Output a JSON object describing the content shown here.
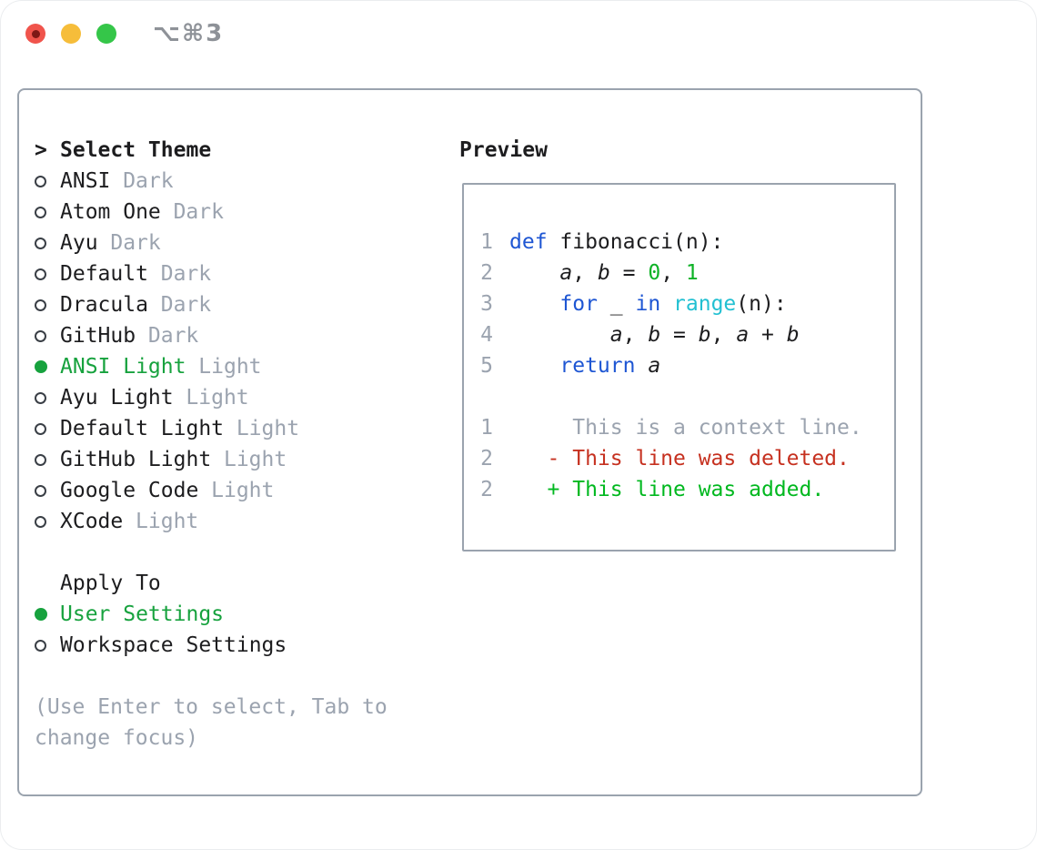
{
  "titlebar": {
    "shortcut": "⌥⌘3",
    "traffic_lights": [
      {
        "name": "close",
        "color": "#f0544c"
      },
      {
        "name": "minimize",
        "color": "#f6bd3a"
      },
      {
        "name": "maximize",
        "color": "#35c649"
      }
    ]
  },
  "theme_panel": {
    "title_marker": ">",
    "title": "Select Theme",
    "items": [
      {
        "name": "ANSI",
        "variant": "Dark",
        "selected": false
      },
      {
        "name": "Atom One",
        "variant": "Dark",
        "selected": false
      },
      {
        "name": "Ayu",
        "variant": "Dark",
        "selected": false
      },
      {
        "name": "Default",
        "variant": "Dark",
        "selected": false
      },
      {
        "name": "Dracula",
        "variant": "Dark",
        "selected": false
      },
      {
        "name": "GitHub",
        "variant": "Dark",
        "selected": false
      },
      {
        "name": "ANSI Light",
        "variant": "Light",
        "selected": true
      },
      {
        "name": "Ayu Light",
        "variant": "Light",
        "selected": false
      },
      {
        "name": "Default Light",
        "variant": "Light",
        "selected": false
      },
      {
        "name": "GitHub Light",
        "variant": "Light",
        "selected": false
      },
      {
        "name": "Google Code",
        "variant": "Light",
        "selected": false
      },
      {
        "name": "XCode",
        "variant": "Light",
        "selected": false
      }
    ],
    "apply_to": {
      "title": "Apply To",
      "options": [
        {
          "label": "User Settings",
          "selected": true
        },
        {
          "label": "Workspace Settings",
          "selected": false
        }
      ]
    },
    "hint_line1": "(Use Enter to select, Tab to",
    "hint_line2": "change focus)"
  },
  "preview": {
    "title": "Preview",
    "code": {
      "lines": [
        {
          "num": "1",
          "tokens": [
            [
              "kw",
              "def"
            ],
            [
              "plain",
              " fibonacci(n):"
            ]
          ]
        },
        {
          "num": "2",
          "tokens": [
            [
              "plain",
              "    "
            ],
            [
              "var",
              "a"
            ],
            [
              "plain",
              ", "
            ],
            [
              "var",
              "b"
            ],
            [
              "plain",
              " = "
            ],
            [
              "num",
              "0"
            ],
            [
              "plain",
              ", "
            ],
            [
              "num",
              "1"
            ]
          ]
        },
        {
          "num": "3",
          "tokens": [
            [
              "plain",
              "    "
            ],
            [
              "kw",
              "for"
            ],
            [
              "plain",
              " _ "
            ],
            [
              "kw",
              "in"
            ],
            [
              "plain",
              " "
            ],
            [
              "builtin",
              "range"
            ],
            [
              "plain",
              "(n):"
            ]
          ]
        },
        {
          "num": "4",
          "tokens": [
            [
              "plain",
              "        "
            ],
            [
              "var",
              "a"
            ],
            [
              "plain",
              ", "
            ],
            [
              "var",
              "b"
            ],
            [
              "plain",
              " = "
            ],
            [
              "var",
              "b"
            ],
            [
              "plain",
              ", "
            ],
            [
              "var",
              "a"
            ],
            [
              "plain",
              " + "
            ],
            [
              "var",
              "b"
            ]
          ]
        },
        {
          "num": "5",
          "tokens": [
            [
              "plain",
              "    "
            ],
            [
              "kw",
              "return"
            ],
            [
              "plain",
              " "
            ],
            [
              "var",
              "a"
            ]
          ]
        }
      ]
    },
    "diff": {
      "lines": [
        {
          "num": "1",
          "kind": "ctx",
          "text": "     This is a context line."
        },
        {
          "num": "2",
          "kind": "del",
          "text": "   - This line was deleted."
        },
        {
          "num": "2",
          "kind": "add",
          "text": "   + This line was added."
        }
      ]
    }
  },
  "colors": {
    "ink": "#1d1d1f",
    "dim_gray": "#9ba3af",
    "accent_green": "#17a23e",
    "keyword_blue": "#1e56d3",
    "builtin_cyan": "#22c0d2",
    "number_green": "#0db226",
    "diff_delete_red": "#c63120",
    "diff_add_green": "#00b81f",
    "border_gray": "#9aa3ae"
  }
}
